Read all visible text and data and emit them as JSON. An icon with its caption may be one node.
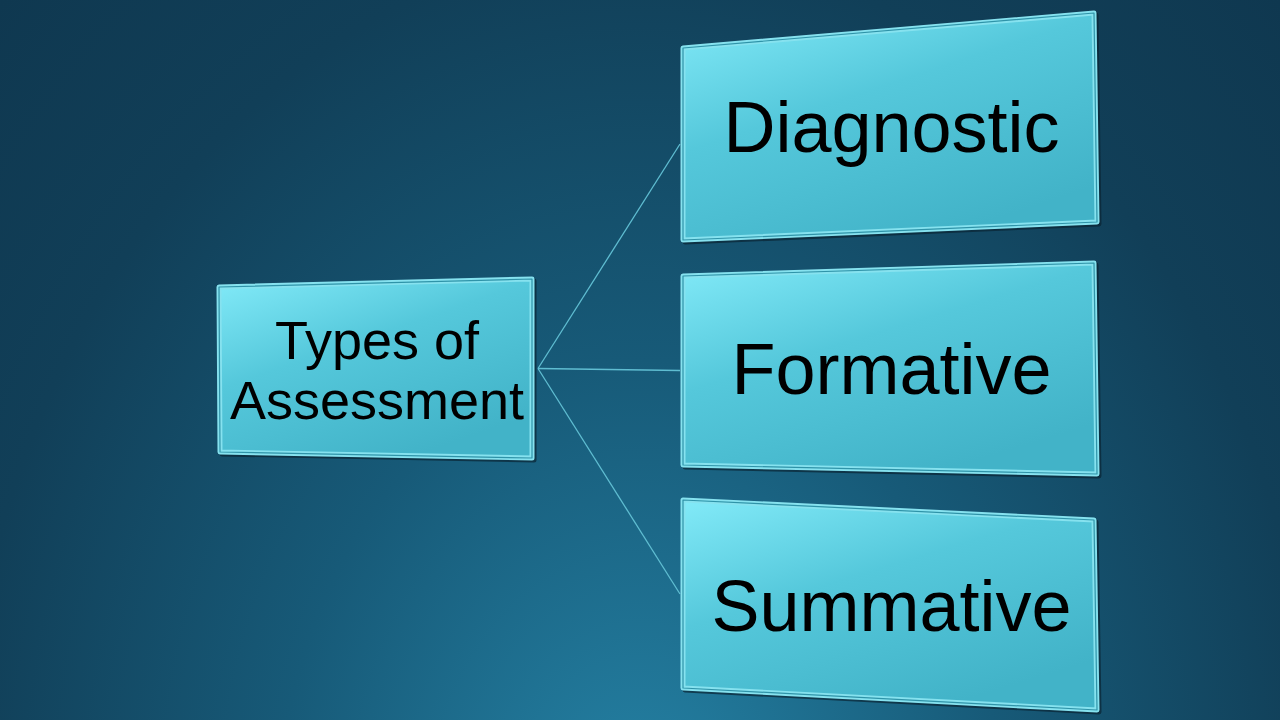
{
  "diagram": {
    "nodes": [
      {
        "text": [
          "Types of Assessment"
        ]
      },
      {
        "text": [
          "Diagnostic"
        ]
      },
      {
        "text": [
          "Formative"
        ]
      },
      {
        "text": [
          "Summative"
        ]
      }
    ],
    "edges": [
      {
        "from": 0,
        "to": 1,
        "arrow": "none"
      },
      {
        "from": 0,
        "to": 2,
        "arrow": "none"
      },
      {
        "from": 0,
        "to": 3,
        "arrow": "none"
      }
    ]
  }
}
